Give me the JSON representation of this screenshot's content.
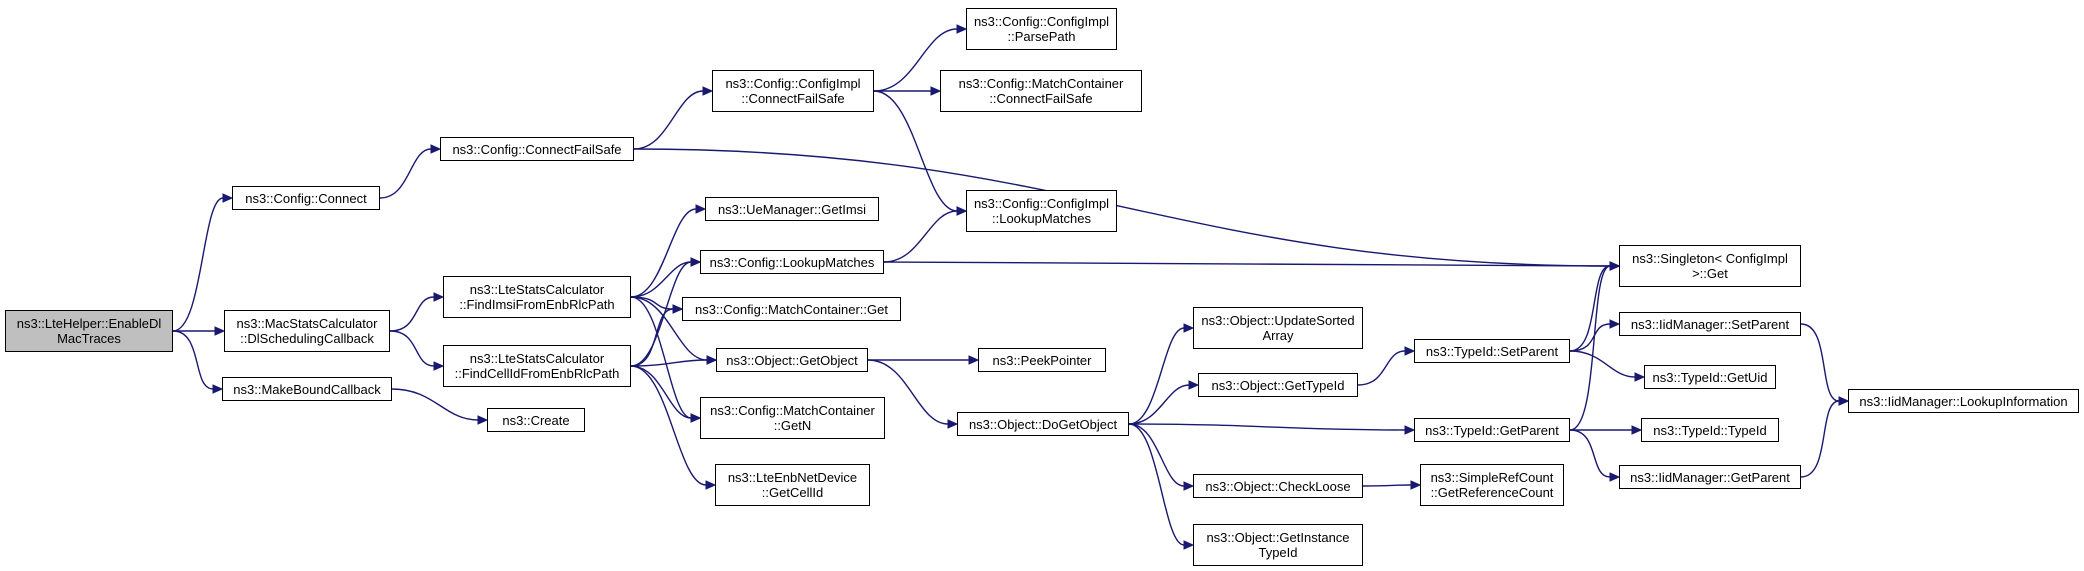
{
  "nodes": [
    {
      "id": "root",
      "lines": [
        "ns3::LteHelper::EnableDl",
        "MacTraces"
      ],
      "current": true
    },
    {
      "id": "cfg-connect",
      "lines": [
        "ns3::Config::Connect"
      ]
    },
    {
      "id": "mac-dlsched",
      "lines": [
        "ns3::MacStatsCalculator",
        "::DlSchedulingCallback"
      ]
    },
    {
      "id": "make-bound",
      "lines": [
        "ns3::MakeBoundCallback"
      ]
    },
    {
      "id": "cfg-connectfs",
      "lines": [
        "ns3::Config::ConnectFailSafe"
      ]
    },
    {
      "id": "lte-findimsi",
      "lines": [
        "ns3::LteStatsCalculator",
        "::FindImsiFromEnbRlcPath"
      ]
    },
    {
      "id": "lte-findcell",
      "lines": [
        "ns3::LteStatsCalculator",
        "::FindCellIdFromEnbRlcPath"
      ]
    },
    {
      "id": "create",
      "lines": [
        "ns3::Create"
      ]
    },
    {
      "id": "impl-connectfs",
      "lines": [
        "ns3::Config::ConfigImpl",
        "::ConnectFailSafe"
      ]
    },
    {
      "id": "uemgr-getimsi",
      "lines": [
        "ns3::UeManager::GetImsi"
      ]
    },
    {
      "id": "cfg-lookup",
      "lines": [
        "ns3::Config::LookupMatches"
      ]
    },
    {
      "id": "mc-get",
      "lines": [
        "ns3::Config::MatchContainer::Get"
      ]
    },
    {
      "id": "obj-getobject",
      "lines": [
        "ns3::Object::GetObject"
      ]
    },
    {
      "id": "mc-getn",
      "lines": [
        "ns3::Config::MatchContainer",
        "::GetN"
      ]
    },
    {
      "id": "enbdev-getcellid",
      "lines": [
        "ns3::LteEnbNetDevice",
        "::GetCellId"
      ]
    },
    {
      "id": "impl-parsepath",
      "lines": [
        "ns3::Config::ConfigImpl",
        "::ParsePath"
      ]
    },
    {
      "id": "mc-connectfs",
      "lines": [
        "ns3::Config::MatchContainer",
        "::ConnectFailSafe"
      ]
    },
    {
      "id": "impl-lookup",
      "lines": [
        "ns3::Config::ConfigImpl",
        "::LookupMatches"
      ]
    },
    {
      "id": "peekpointer",
      "lines": [
        "ns3::PeekPointer"
      ]
    },
    {
      "id": "obj-dogetobject",
      "lines": [
        "ns3::Object::DoGetObject"
      ]
    },
    {
      "id": "obj-updatesorted",
      "lines": [
        "ns3::Object::UpdateSorted",
        "Array"
      ]
    },
    {
      "id": "obj-gettypeid",
      "lines": [
        "ns3::Object::GetTypeId"
      ]
    },
    {
      "id": "obj-checkloose",
      "lines": [
        "ns3::Object::CheckLoose"
      ]
    },
    {
      "id": "obj-getinstancetypeid",
      "lines": [
        "ns3::Object::GetInstance",
        "TypeId"
      ]
    },
    {
      "id": "typeid-setparent",
      "lines": [
        "ns3::TypeId::SetParent"
      ]
    },
    {
      "id": "typeid-getparent",
      "lines": [
        "ns3::TypeId::GetParent"
      ]
    },
    {
      "id": "refcount-get",
      "lines": [
        "ns3::SimpleRefCount",
        "::GetReferenceCount"
      ]
    },
    {
      "id": "singleton-get",
      "lines": [
        "ns3::Singleton< ConfigImpl",
        " >::Get"
      ]
    },
    {
      "id": "iidmgr-setparent",
      "lines": [
        "ns3::IidManager::SetParent"
      ]
    },
    {
      "id": "typeid-getuid",
      "lines": [
        "ns3::TypeId::GetUid"
      ]
    },
    {
      "id": "typeid-typeid",
      "lines": [
        "ns3::TypeId::TypeId"
      ]
    },
    {
      "id": "iidmgr-getparent",
      "lines": [
        "ns3::IidManager::GetParent"
      ]
    },
    {
      "id": "iidmgr-lookupinfo",
      "lines": [
        "ns3::IidManager::LookupInformation"
      ]
    }
  ],
  "edges": [
    [
      "root",
      "cfg-connect"
    ],
    [
      "root",
      "mac-dlsched"
    ],
    [
      "root",
      "make-bound"
    ],
    [
      "cfg-connect",
      "cfg-connectfs"
    ],
    [
      "mac-dlsched",
      "lte-findimsi"
    ],
    [
      "mac-dlsched",
      "lte-findcell"
    ],
    [
      "make-bound",
      "create"
    ],
    [
      "cfg-connectfs",
      "impl-connectfs"
    ],
    [
      "cfg-connectfs",
      "singleton-get"
    ],
    [
      "lte-findimsi",
      "uemgr-getimsi"
    ],
    [
      "lte-findimsi",
      "cfg-lookup"
    ],
    [
      "lte-findimsi",
      "mc-get"
    ],
    [
      "lte-findimsi",
      "obj-getobject"
    ],
    [
      "lte-findimsi",
      "mc-getn"
    ],
    [
      "lte-findcell",
      "cfg-lookup"
    ],
    [
      "lte-findcell",
      "mc-get"
    ],
    [
      "lte-findcell",
      "obj-getobject"
    ],
    [
      "lte-findcell",
      "mc-getn"
    ],
    [
      "lte-findcell",
      "enbdev-getcellid"
    ],
    [
      "impl-connectfs",
      "impl-parsepath"
    ],
    [
      "impl-connectfs",
      "mc-connectfs"
    ],
    [
      "impl-connectfs",
      "impl-lookup"
    ],
    [
      "cfg-lookup",
      "impl-lookup"
    ],
    [
      "cfg-lookup",
      "singleton-get"
    ],
    [
      "obj-getobject",
      "peekpointer"
    ],
    [
      "obj-getobject",
      "obj-dogetobject"
    ],
    [
      "obj-dogetobject",
      "obj-updatesorted"
    ],
    [
      "obj-dogetobject",
      "obj-gettypeid"
    ],
    [
      "obj-dogetobject",
      "typeid-getparent"
    ],
    [
      "obj-dogetobject",
      "obj-checkloose"
    ],
    [
      "obj-dogetobject",
      "obj-getinstancetypeid"
    ],
    [
      "obj-gettypeid",
      "typeid-setparent"
    ],
    [
      "obj-checkloose",
      "refcount-get"
    ],
    [
      "typeid-setparent",
      "singleton-get"
    ],
    [
      "typeid-setparent",
      "iidmgr-setparent"
    ],
    [
      "typeid-setparent",
      "typeid-getuid"
    ],
    [
      "typeid-getparent",
      "singleton-get"
    ],
    [
      "typeid-getparent",
      "typeid-typeid"
    ],
    [
      "typeid-getparent",
      "iidmgr-getparent"
    ],
    [
      "iidmgr-setparent",
      "iidmgr-lookupinfo"
    ],
    [
      "iidmgr-getparent",
      "iidmgr-lookupinfo"
    ]
  ]
}
